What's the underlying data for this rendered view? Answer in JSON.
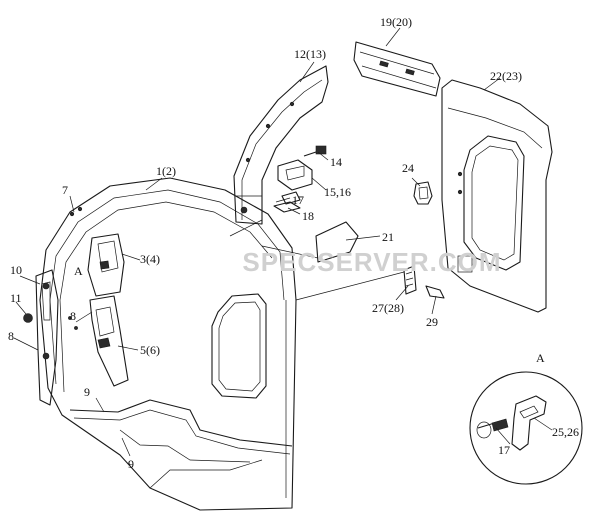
{
  "watermark": "SPECSERVER.COM",
  "detail_view_label": "A",
  "callouts": {
    "c_1_2": "1(2)",
    "c_12_13": "12(13)",
    "c_19_20": "19(20)",
    "c_22_23": "22(23)",
    "c_7": "7",
    "c_14": "14",
    "c_15_16": "15,16",
    "c_17": "17",
    "c_18": "18",
    "c_24": "24",
    "c_21": "21",
    "c_10": "10",
    "c_A": "A",
    "c_3_4": "3(4)",
    "c_11": "11",
    "c_8a": "8",
    "c_8b": "8",
    "c_5_6": "5(6)",
    "c_27_28": "27(28)",
    "c_29": "29",
    "c_9a": "9",
    "c_9b": "9",
    "c_25_26": "25,26",
    "c_17_detail": "17"
  }
}
